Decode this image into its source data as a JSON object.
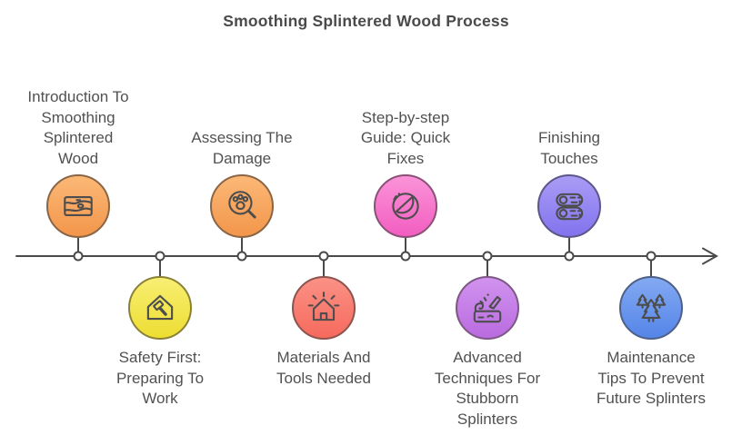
{
  "title": "Smoothing Splintered Wood Process",
  "colors": {
    "text": "#515151",
    "axis": "#4a4a4a",
    "icon_stroke": "#4d4d4d"
  },
  "steps": [
    {
      "label": "Introduction To\nSmoothing\nSplintered\nWood",
      "position": "top",
      "icon": "wood-plank-icon",
      "fill_light": "#fcb876",
      "fill_dark": "#f2964b",
      "border": "#8a6546"
    },
    {
      "label": "Safety First:\nPreparing To\nWork",
      "position": "bottom",
      "icon": "house-hammer-icon",
      "fill_light": "#f8ee72",
      "fill_dark": "#eedd33",
      "border": "#8a8137"
    },
    {
      "label": "Assessing The\nDamage",
      "position": "top",
      "icon": "paw-magnifier-icon",
      "fill_light": "#fcb876",
      "fill_dark": "#f2964b",
      "border": "#8a6546"
    },
    {
      "label": "Materials And\nTools Needed",
      "position": "bottom",
      "icon": "house-rays-icon",
      "fill_light": "#fb9186",
      "fill_dark": "#f66a5d",
      "border": "#8c544e"
    },
    {
      "label": "Step-by-step\nGuide: Quick\nFixes",
      "position": "top",
      "icon": "fruit-slice-icon",
      "fill_light": "#fb93d9",
      "fill_dark": "#f25ec0",
      "border": "#8a5176"
    },
    {
      "label": "Advanced\nTechniques For\nStubborn\nSplinters",
      "position": "bottom",
      "icon": "carving-tool-icon",
      "fill_light": "#d093ee",
      "fill_dark": "#ba6be0",
      "border": "#7e5785"
    },
    {
      "label": "Finishing\nTouches",
      "position": "top",
      "icon": "logs-icon",
      "fill_light": "#a99cf5",
      "fill_dark": "#8373ee",
      "border": "#5d5688"
    },
    {
      "label": "Maintenance\nTips To Prevent\nFuture Splinters",
      "position": "bottom",
      "icon": "pine-trees-icon",
      "fill_light": "#83a9f2",
      "fill_dark": "#5585e8",
      "border": "#4e6086"
    }
  ]
}
